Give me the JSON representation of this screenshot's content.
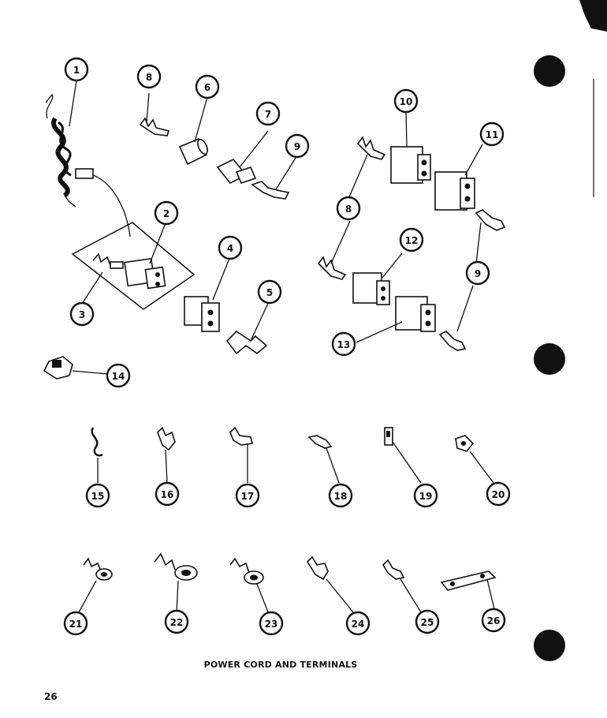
{
  "title": "POWER CORD AND TERMINALS",
  "page_number": "26",
  "callouts": [
    {
      "id": "1",
      "label": "1"
    },
    {
      "id": "2",
      "label": "2"
    },
    {
      "id": "3",
      "label": "3"
    },
    {
      "id": "4",
      "label": "4"
    },
    {
      "id": "5",
      "label": "5"
    },
    {
      "id": "6",
      "label": "6"
    },
    {
      "id": "7",
      "label": "7"
    },
    {
      "id": "8a",
      "label": "8"
    },
    {
      "id": "8b",
      "label": "8"
    },
    {
      "id": "9a",
      "label": "9"
    },
    {
      "id": "9b",
      "label": "9"
    },
    {
      "id": "10",
      "label": "10"
    },
    {
      "id": "11",
      "label": "11"
    },
    {
      "id": "12",
      "label": "12"
    },
    {
      "id": "13",
      "label": "13"
    },
    {
      "id": "14",
      "label": "14"
    },
    {
      "id": "15",
      "label": "15"
    },
    {
      "id": "16",
      "label": "16"
    },
    {
      "id": "17",
      "label": "17"
    },
    {
      "id": "18",
      "label": "18"
    },
    {
      "id": "19",
      "label": "19"
    },
    {
      "id": "20",
      "label": "20"
    },
    {
      "id": "21",
      "label": "21"
    },
    {
      "id": "22",
      "label": "22"
    },
    {
      "id": "23",
      "label": "23"
    },
    {
      "id": "24",
      "label": "24"
    },
    {
      "id": "25",
      "label": "25"
    },
    {
      "id": "26",
      "label": "26"
    }
  ]
}
